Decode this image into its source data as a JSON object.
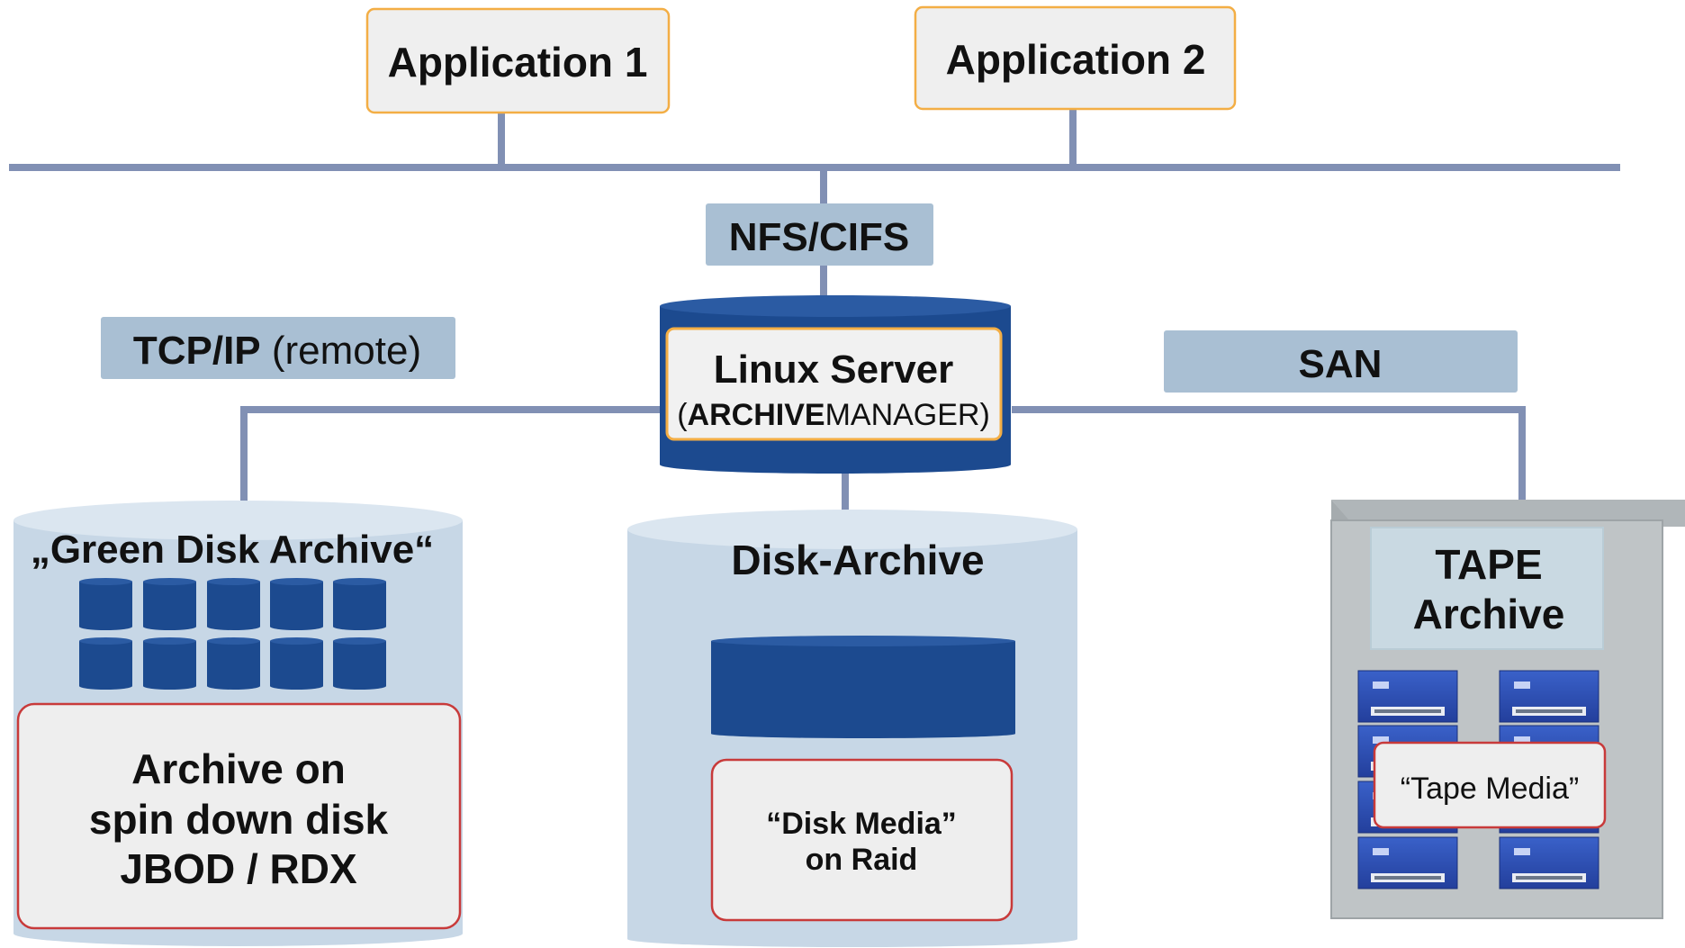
{
  "colors": {
    "line": "#8190b4",
    "label_box": "#a9bfd3",
    "cylinder_light": "#c7d7e6",
    "cylinder_light_top": "#dbe6f0",
    "cylinder_dark": "#1c4a8f",
    "app_border": "#f3ae45",
    "app_fill": "#efefef",
    "red_border": "#c83a3a",
    "tape_frame": "#bfc4c6",
    "tape_inner": "#c9d9e2",
    "tape_cartridge": "#2c4fb6",
    "text": "#111111"
  },
  "nodes": {
    "app1": "Application 1",
    "app2": "Application 2",
    "nfs": "NFS/CIFS",
    "tcpip_bold": "TCP/IP",
    "tcpip_rest": " (remote)",
    "san": "SAN",
    "server_title": "Linux Server",
    "server_sub_open": "(",
    "server_sub_bold": "ARCHIVE",
    "server_sub_rest": "MANAGER)",
    "green_title": "„Green Disk Archive“",
    "green_box": [
      "Archive on",
      "spin down disk",
      "JBOD / RDX"
    ],
    "disk_title": "Disk-Archive",
    "disk_media": [
      "“Disk Media”",
      "on Raid"
    ],
    "tape_title": [
      "TAPE",
      "Archive"
    ],
    "tape_media": "“Tape Media”"
  },
  "icons": {
    "small_disk": "disk-cylinder-icon",
    "tape_cartridge": "tape-cartridge-icon"
  }
}
